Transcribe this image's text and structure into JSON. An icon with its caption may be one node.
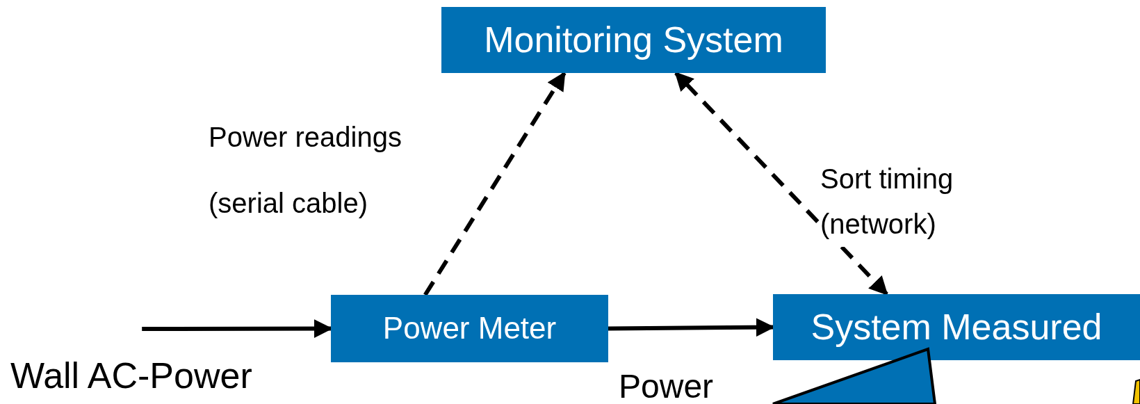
{
  "diagram": {
    "nodes": [
      {
        "text": [
          "Monitoring System"
        ]
      },
      {
        "text": [
          "Power Meter"
        ]
      },
      {
        "text": [
          "System Measured"
        ]
      },
      {
        "text": [
          "Wall AC-Power"
        ]
      },
      {
        "text": [],
        "shape": "box"
      }
    ],
    "edges": [
      {
        "from": 3,
        "to": 1,
        "arrow": "to"
      },
      {
        "from": 1,
        "to": 2,
        "arrow": "to"
      },
      {
        "from": 1,
        "to": 0,
        "arrow": "to",
        "style": "dashed",
        "label": "Power readings (serial cable)"
      },
      {
        "from": 2,
        "to": 0,
        "arrow": "both",
        "style": "dashed",
        "label": "Sort timing (network)"
      }
    ],
    "labels": [
      "Power"
    ]
  }
}
